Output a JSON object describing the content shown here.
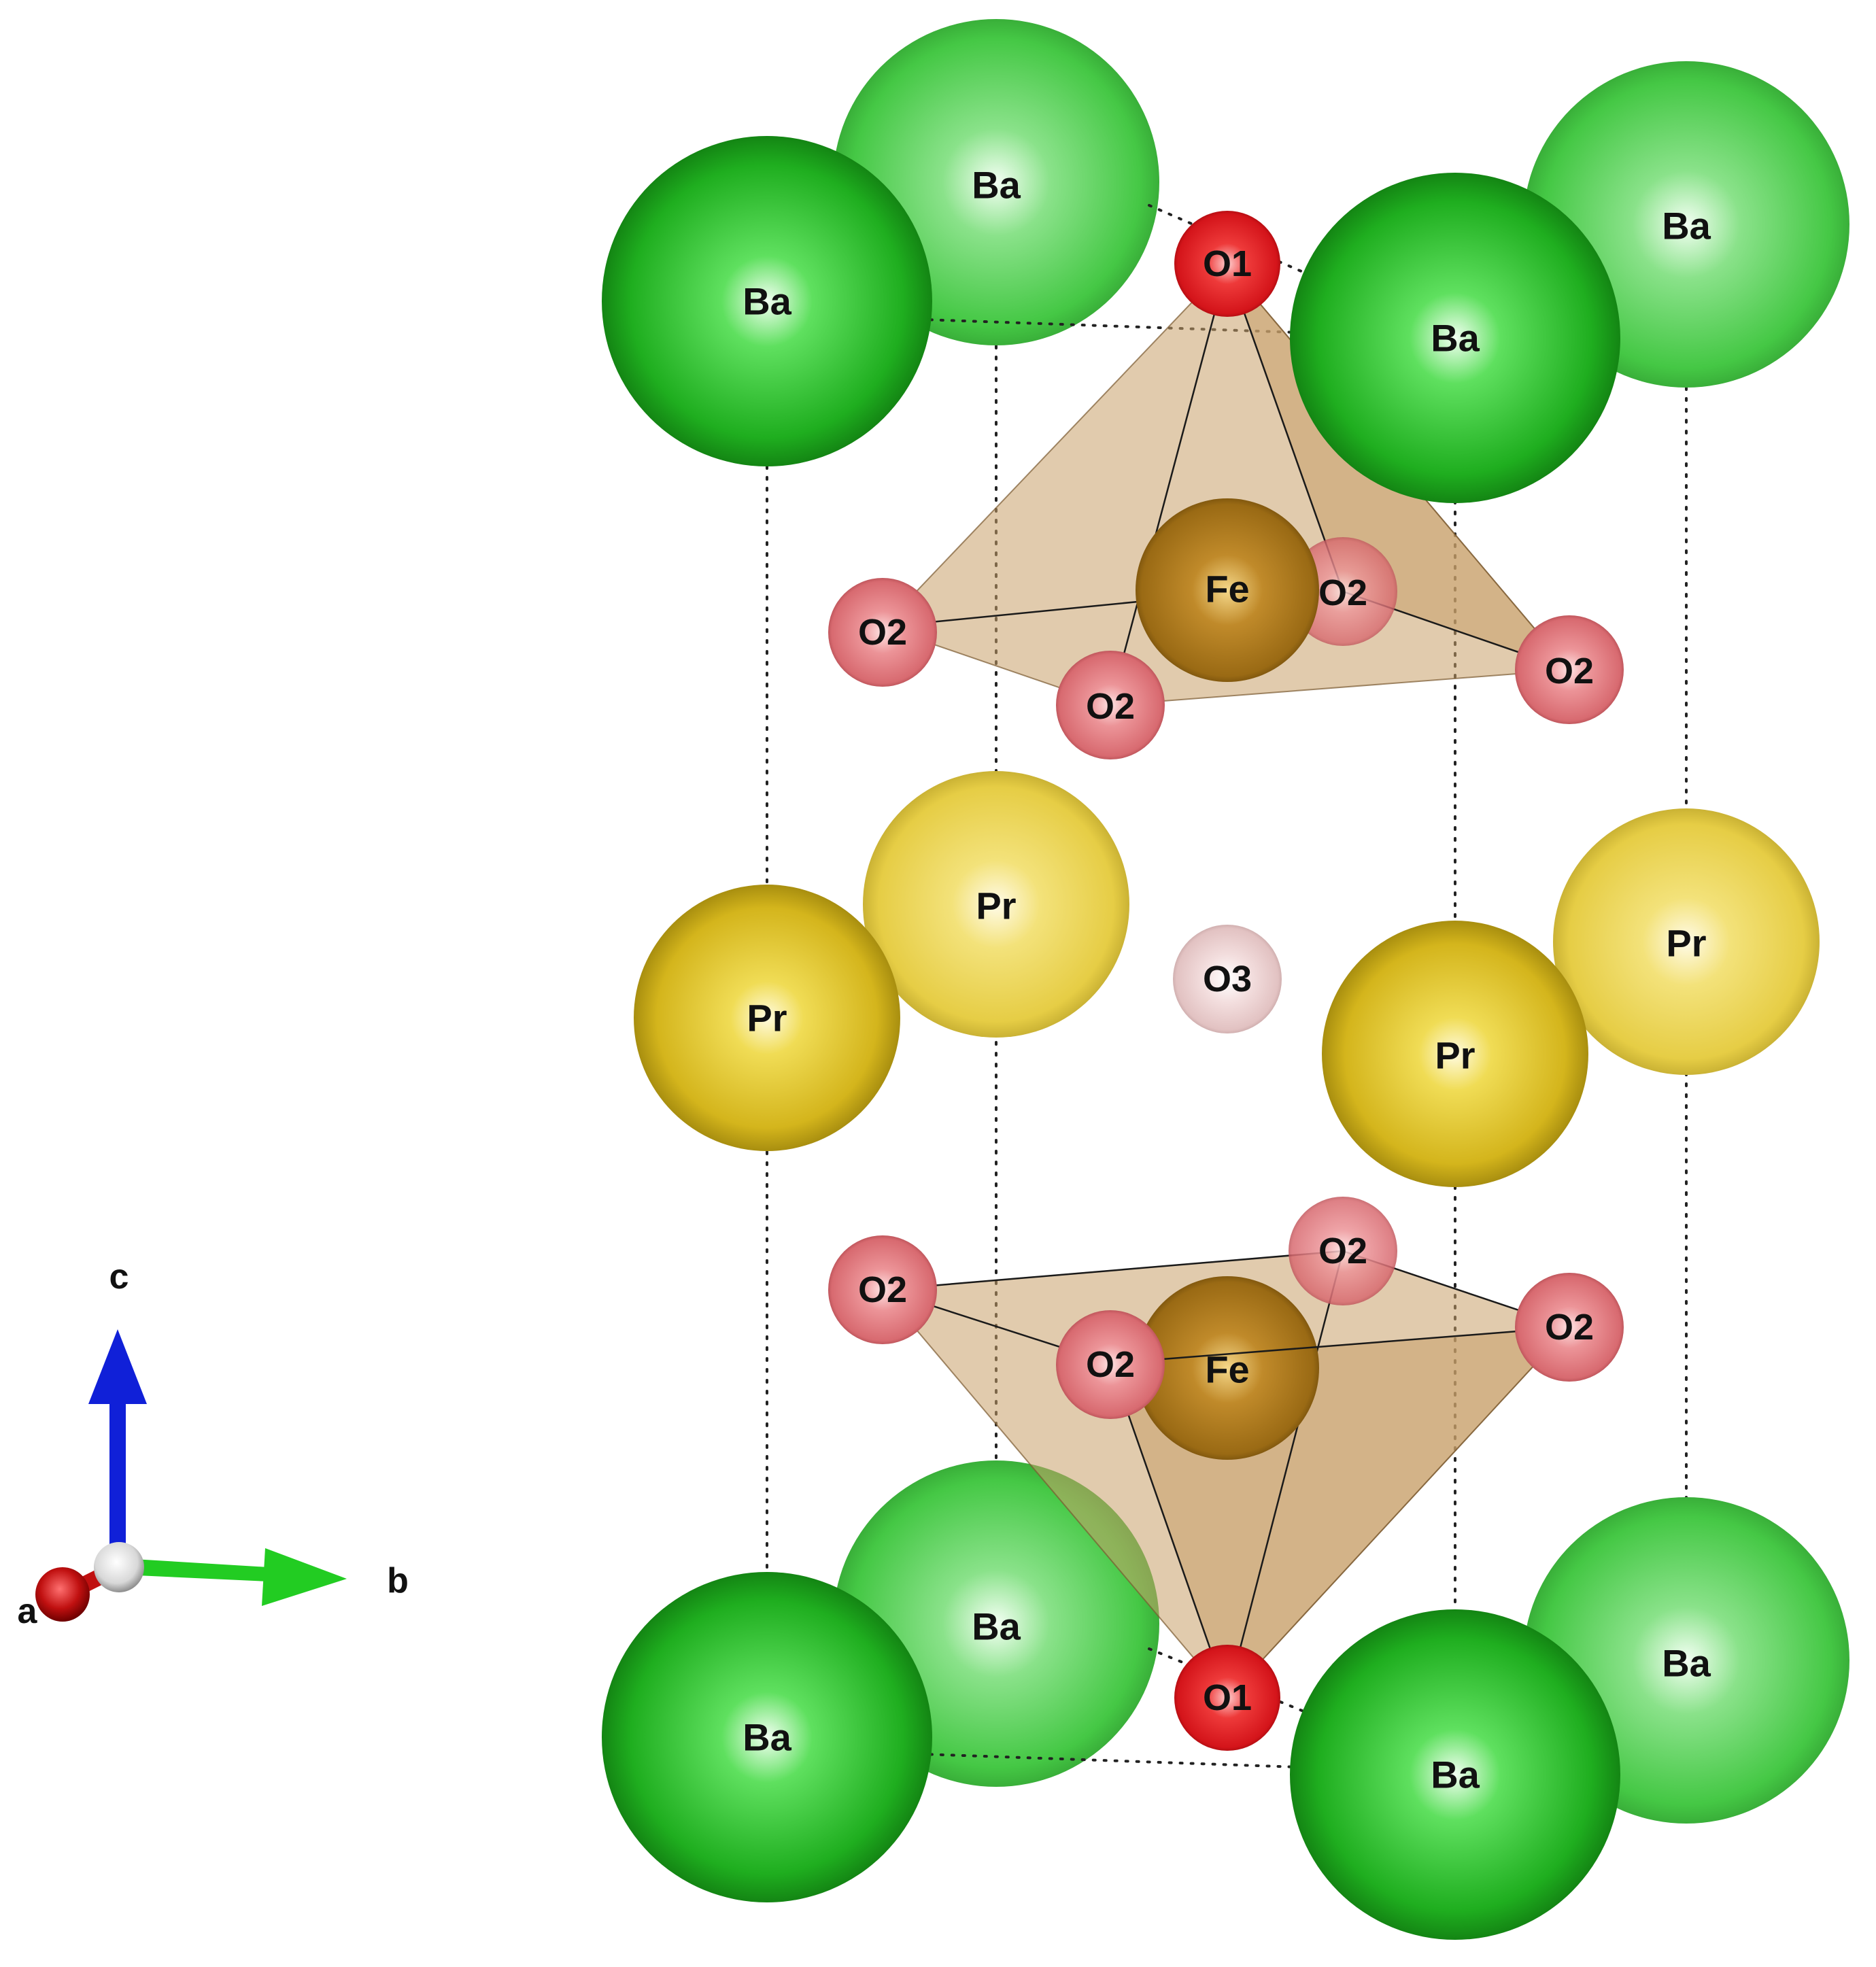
{
  "structure": {
    "element_labels": {
      "barium": "Ba",
      "praseodymium": "Pr",
      "iron": "Fe",
      "oxygen_1": "O1",
      "oxygen_2": "O2",
      "oxygen_3": "O3"
    },
    "atom_colors": {
      "barium": "#1fae1f",
      "barium_back": "#45c845",
      "praseodymium": "#d4b51c",
      "praseodymium_back": "#e6cd45",
      "iron": "#9a6a14",
      "oxygen_1": "#d4141a",
      "oxygen_2": "#d86a70",
      "oxygen_3": "#e8c8c8",
      "polyhedron": "#c9a16a"
    }
  },
  "axes": {
    "a_label": "a",
    "b_label": "b",
    "c_label": "c",
    "a_color": "#c01010",
    "b_color": "#22cc22",
    "c_color": "#1020d8"
  }
}
